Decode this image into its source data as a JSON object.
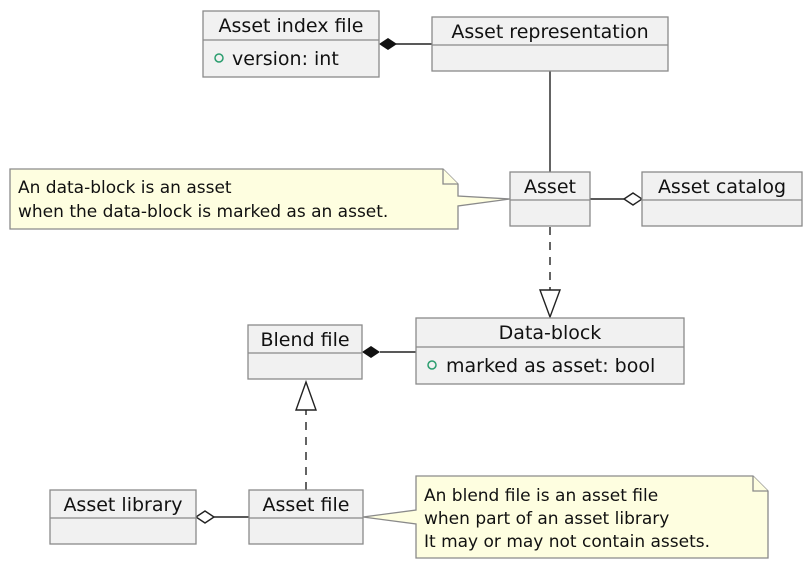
{
  "classes": {
    "asset_index_file": {
      "name": "Asset index file",
      "attr": "version: int"
    },
    "asset_representation": {
      "name": "Asset representation"
    },
    "asset": {
      "name": "Asset"
    },
    "asset_catalog": {
      "name": "Asset catalog"
    },
    "blend_file": {
      "name": "Blend file"
    },
    "data_block": {
      "name": "Data-block",
      "attr": "marked as asset: bool"
    },
    "asset_library": {
      "name": "Asset library"
    },
    "asset_file": {
      "name": "Asset file"
    }
  },
  "notes": {
    "asset_note": {
      "lines": [
        "An data-block is an asset",
        "when the data-block is marked as an asset."
      ]
    },
    "asset_file_note": {
      "lines": [
        "An blend file is an asset file",
        "when part of an asset library",
        "It may or may not contain assets."
      ]
    }
  },
  "colors": {
    "class_fill": "#f1f1f1",
    "class_border": "#8a8a8a",
    "note_fill": "#fefee0",
    "attr_marker": "#2a9d6e"
  }
}
